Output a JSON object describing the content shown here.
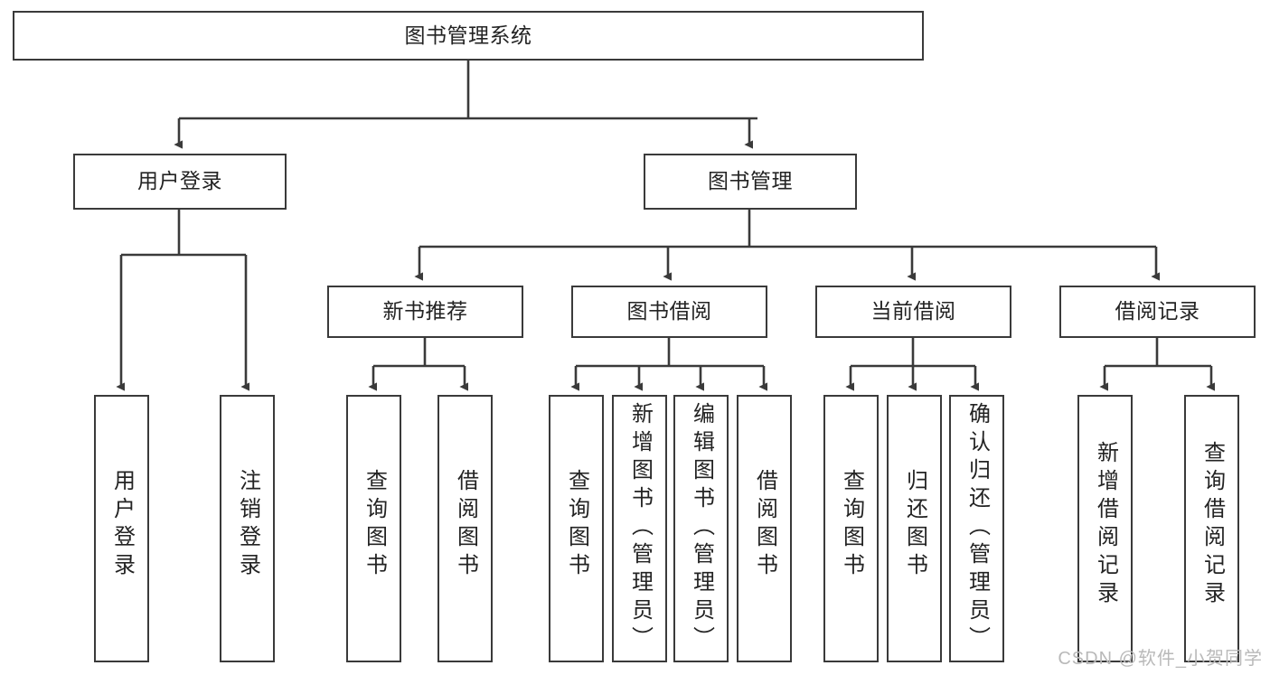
{
  "diagram": {
    "type": "tree-hierarchy-diagram",
    "title": "图书管理系统",
    "theme": {
      "stroke": "#3a3a3a",
      "fill": "#ffffff",
      "text": "#232323",
      "watermark_color": "#b9b9b9"
    },
    "levels": {
      "root": {
        "label": "图书管理系统"
      },
      "level2": [
        {
          "label": "用户登录"
        },
        {
          "label": "图书管理"
        }
      ],
      "level3": [
        {
          "label": "新书推荐"
        },
        {
          "label": "图书借阅"
        },
        {
          "label": "当前借阅"
        },
        {
          "label": "借阅记录"
        }
      ],
      "leaves": {
        "user_login": [
          {
            "label": "用户登录"
          },
          {
            "label": "注销登录"
          }
        ],
        "new_book_recommend": [
          {
            "label": "查询图书"
          },
          {
            "label": "借阅图书"
          }
        ],
        "book_borrow": [
          {
            "label": "查询图书"
          },
          {
            "label": "新增图书（管理员）"
          },
          {
            "label": "编辑图书（管理员）"
          },
          {
            "label": "借阅图书"
          }
        ],
        "current_borrow": [
          {
            "label": "查询图书"
          },
          {
            "label": "归还图书"
          },
          {
            "label": "确认归还（管理员）"
          }
        ],
        "borrow_record": [
          {
            "label": "新增借阅记录"
          },
          {
            "label": "查询借阅记录"
          }
        ]
      }
    },
    "watermark": "CSDN @软件_小贺同学"
  }
}
